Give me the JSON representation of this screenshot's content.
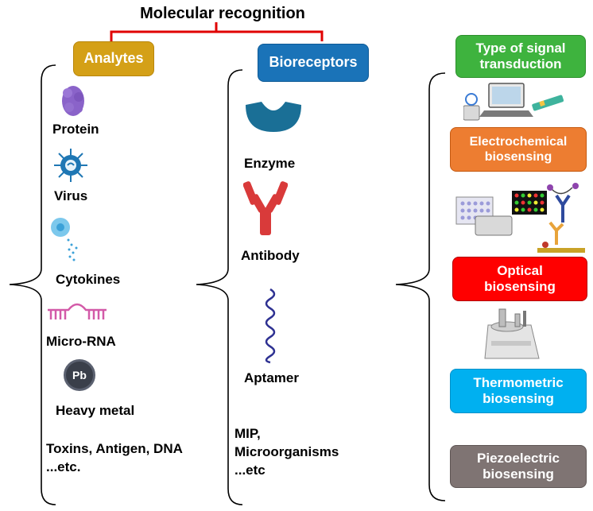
{
  "title": "Molecular recognition",
  "analytes": {
    "header": "Analytes",
    "items": [
      "Protein",
      "Virus",
      "Cytokines",
      "Micro-RNA",
      "Heavy metal"
    ],
    "pb_symbol": "Pb",
    "footer_line1": "Toxins, Antigen, DNA",
    "footer_line2": "...etc."
  },
  "bioreceptors": {
    "header": "Bioreceptors",
    "items": [
      "Enzyme",
      "Antibody",
      "Aptamer"
    ],
    "footer_line1": "MIP,",
    "footer_line2": "Microorganisms",
    "footer_line3": "...etc"
  },
  "transduction": {
    "header_line1": "Type of signal",
    "header_line2": "transduction",
    "types": [
      {
        "line1": "Electrochemical",
        "line2": "biosensing",
        "color": "#ed7d31"
      },
      {
        "line1": "Optical",
        "line2": "biosensing",
        "color": "#ff0000"
      },
      {
        "line1": "Thermometric",
        "line2": "biosensing",
        "color": "#00b0f0"
      },
      {
        "line1": "Piezoelectric",
        "line2": "biosensing",
        "color": "#7f7473"
      }
    ]
  },
  "colors": {
    "analytes_box": "#d4a017",
    "bioreceptors_box": "#1a73b8",
    "transduction_box": "#3eb33e",
    "connector": "#e00000"
  }
}
